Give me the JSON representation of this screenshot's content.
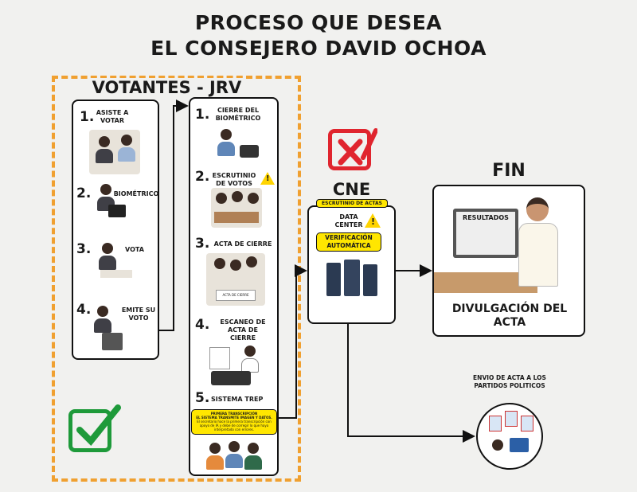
{
  "title": {
    "line1": "PROCESO QUE DESEA",
    "line2": "EL CONSEJERO DAVID OCHOA"
  },
  "votantes": {
    "heading": "VOTANTES - JRV",
    "steps": [
      {
        "num": "1.",
        "label": "ASISTE A VOTAR"
      },
      {
        "num": "2.",
        "label": "BIOMÉTRICO"
      },
      {
        "num": "3.",
        "label": "VOTA"
      },
      {
        "num": "4.",
        "label": "EMITE SU VOTO"
      }
    ]
  },
  "jrv": {
    "steps": [
      {
        "num": "1.",
        "label": "CIERRE DEL BIOMÉTRICO"
      },
      {
        "num": "2.",
        "label": "ESCRUTINIO DE VOTOS"
      },
      {
        "num": "3.",
        "label": "ACTA DE CIERRE"
      },
      {
        "num": "4.",
        "label": "ESCANEO DE ACTA DE CIERRE"
      },
      {
        "num": "5.",
        "label": "SISTEMA TREP"
      }
    ],
    "acta_sign": "ACTA DE CIERRE",
    "note": {
      "title": "PRIMERA TRANSCRIPCIÓN",
      "subtitle": "EL SISTEMA TRANSMITE IMAGEN Y DATOS.",
      "body": "El secretario hace la primera transcripción con apoyo de IA y debe de corregir lo que haya interpretado con errores."
    }
  },
  "cne": {
    "heading": "CNE",
    "badge": "ESCRUTINIO DE ACTAS",
    "data_center": "DATA CENTER",
    "verification": "VERIFICACIÓN AUTOMÁTICA"
  },
  "fin": {
    "heading": "FIN",
    "screen": "RESULTADOS",
    "caption": "DIVULGACIÓN DEL ACTA"
  },
  "envio": {
    "label": "ENVIO DE ACTA A LOS PARTIDOS POLITICOS"
  },
  "colors": {
    "orange": "#f0a030",
    "red": "#e0252e",
    "green": "#1e9a3a",
    "yellow": "#ffe600"
  }
}
